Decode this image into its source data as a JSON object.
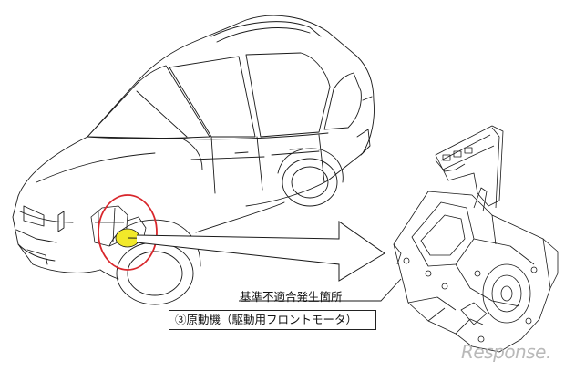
{
  "labels": {
    "defect_location": "基準不適合発生箇所",
    "component": "③原動機（駆動用フロントモータ）"
  },
  "watermark": "Response.",
  "colors": {
    "line": "#1a1a1a",
    "highlight_circle": "#d8262b",
    "motor_fill": "#f2e92a",
    "watermark": "#b9b9b9"
  }
}
